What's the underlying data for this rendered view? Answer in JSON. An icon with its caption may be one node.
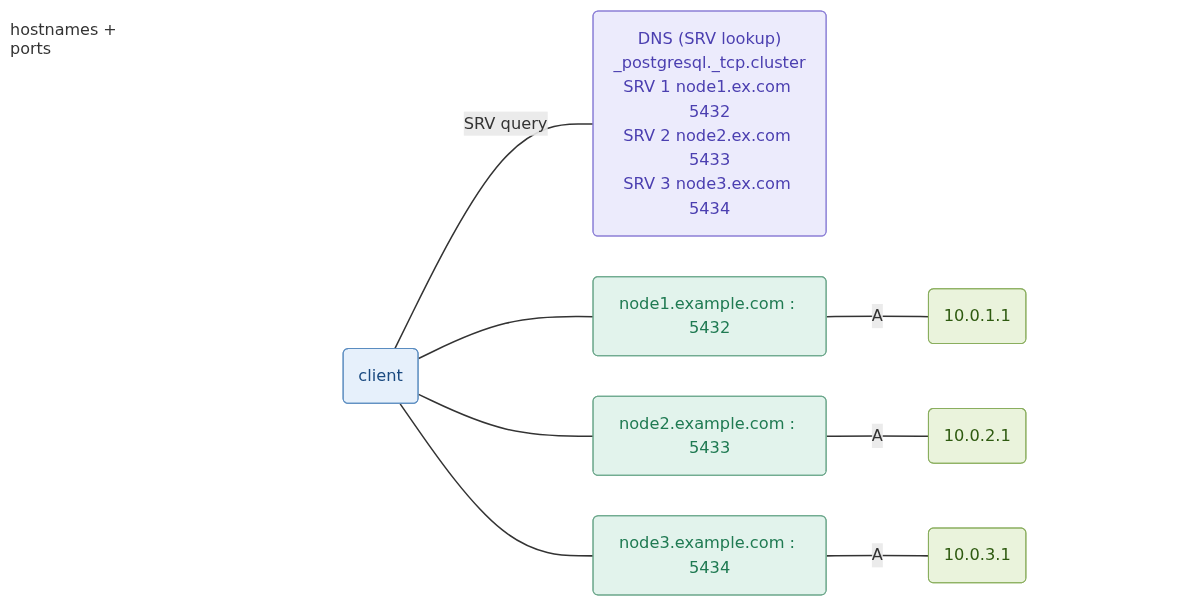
{
  "diagram": {
    "nodes": [
      {
        "text": [
          "DNS (SRV lookup)",
          "_postgresql._tcp.cluster",
          "SRV 1 node1.ex.com 5432",
          "SRV 2 node2.ex.com 5433",
          "SRV 3 node3.ex.com 5434"
        ]
      },
      {
        "text": [
          "client"
        ]
      },
      {
        "text": [
          "node1.example.com : 5432"
        ]
      },
      {
        "text": [
          "node2.example.com : 5433"
        ]
      },
      {
        "text": [
          "node3.example.com : 5434"
        ]
      },
      {
        "text": [
          "10.0.1.1"
        ]
      },
      {
        "text": [
          "10.0.2.1"
        ]
      },
      {
        "text": [
          "10.0.3.1"
        ]
      }
    ],
    "edges": [
      {
        "from": 1,
        "to": 0,
        "arrow": "none",
        "label": "SRV query"
      },
      {
        "from": 1,
        "to": 2,
        "arrow": "none"
      },
      {
        "from": 1,
        "to": 3,
        "arrow": "none"
      },
      {
        "from": 1,
        "to": 4,
        "arrow": "none"
      },
      {
        "from": 2,
        "to": 5,
        "arrow": "none",
        "label": "A"
      },
      {
        "from": 3,
        "to": 6,
        "arrow": "none",
        "label": "A"
      },
      {
        "from": 4,
        "to": 7,
        "arrow": "none",
        "label": "A"
      }
    ],
    "labels": [
      "hostnames + ports"
    ]
  }
}
